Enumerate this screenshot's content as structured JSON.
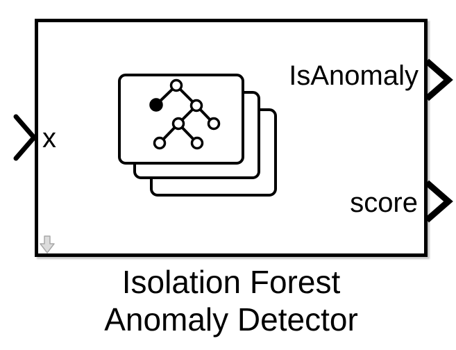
{
  "block": {
    "name_line1": "Isolation Forest",
    "name_line2": "Anomaly Detector",
    "input_port": {
      "label": "x"
    },
    "output_ports": [
      {
        "label": "IsAnomaly"
      },
      {
        "label": "score"
      }
    ],
    "icons": {
      "center": "isolation-forest-card-stack-icon",
      "corner": "down-arrow-indicator-icon",
      "input": "input-port-chevron-icon",
      "outputs": "output-port-chevron-icon"
    },
    "colors": {
      "block_border": "#000000",
      "block_fill": "#ffffff",
      "text": "#000000",
      "tree_stroke": "#000000",
      "anomaly_node_fill": "#000000",
      "indicator_arrow_fill": "#dcdcdc",
      "indicator_arrow_stroke": "#a8a8a8"
    }
  }
}
